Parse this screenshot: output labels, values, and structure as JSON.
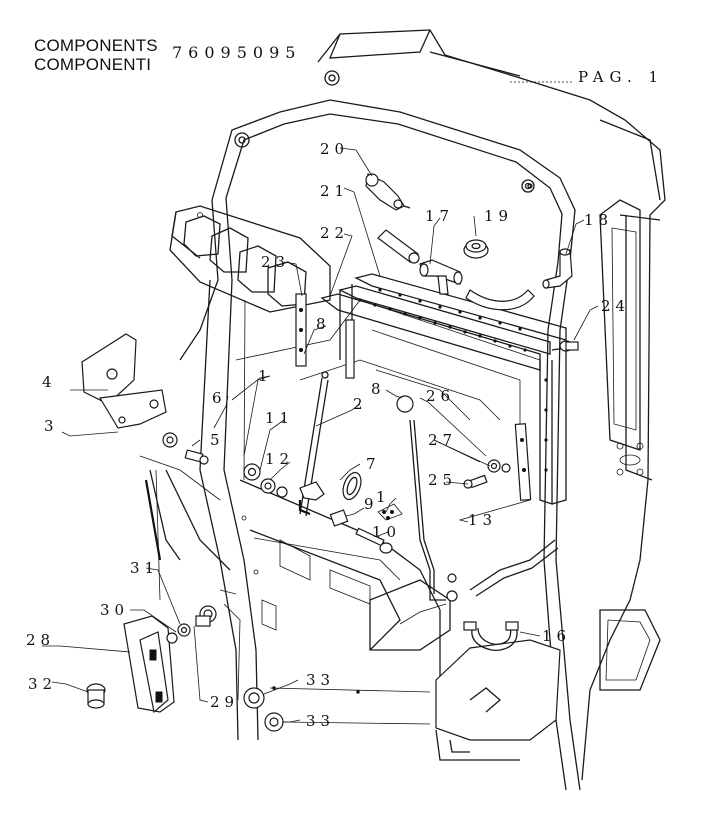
{
  "header": {
    "title_line1": "COMPONENTS",
    "title_line2": "COMPONENTI",
    "part_number": "76095095",
    "page_label": "PAG. 1"
  },
  "callouts": {
    "c1": "1",
    "c2": "2",
    "c3": "3",
    "c4": "4",
    "c5": "5",
    "c6": "6",
    "c7": "7",
    "c8": "8",
    "c9": "9",
    "c10": "10",
    "c11": "11",
    "c12": "12",
    "c13": "13",
    "c16": "16",
    "c17": "17",
    "c18": "18",
    "c19": "19",
    "c20": "20",
    "c21": "21",
    "c22": "22",
    "c23": "23",
    "c24": "24",
    "c25": "25",
    "c26": "26",
    "c27": "27",
    "c28": "28",
    "c29": "29",
    "c30": "30",
    "c31": "31",
    "c32": "32",
    "c33a": "33",
    "c33b": "33"
  }
}
